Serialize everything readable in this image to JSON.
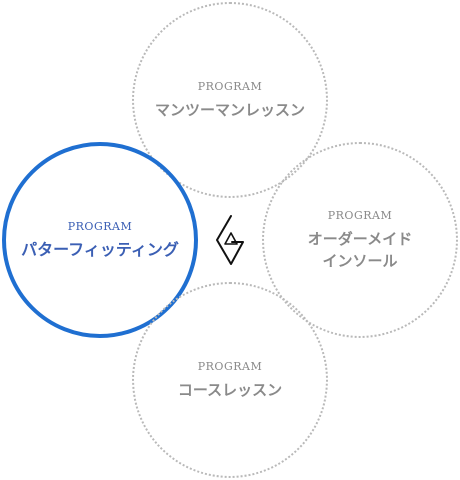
{
  "programs": [
    {
      "eyebrow": "PROGRAM",
      "title_line1": "マンツーマンレッスン",
      "title_line2": ""
    },
    {
      "eyebrow": "PROGRAM",
      "title_line1": "パターフィッティング",
      "title_line2": ""
    },
    {
      "eyebrow": "PROGRAM",
      "title_line1": "オーダーメイド",
      "title_line2": "インソール"
    },
    {
      "eyebrow": "PROGRAM",
      "title_line1": "コースレッスン",
      "title_line2": ""
    }
  ],
  "active_program": "パターフィッティング",
  "colors": {
    "active_border": "#1f6fd1",
    "active_text": "#3b5fb4",
    "inactive_text": "#8a8a8a",
    "dotted_border": "#b9b9b9"
  },
  "icons": {
    "center": "brand-logo-icon"
  }
}
